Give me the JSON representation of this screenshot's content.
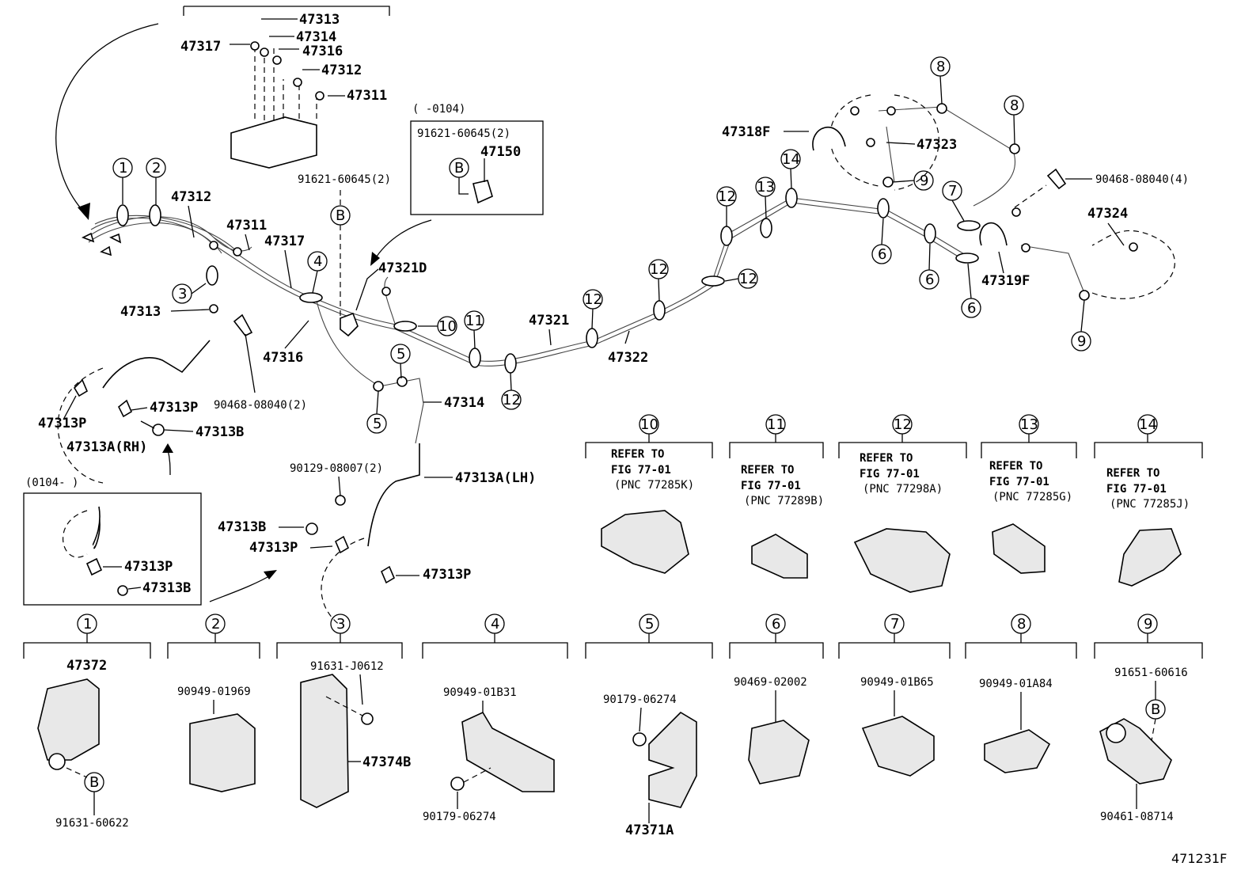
{
  "figure_id": "471231F",
  "notes": {
    "upper_note": "(      -0104)",
    "lower_note": "(0104-       )",
    "refer_text": "REFER TO",
    "refer_fig": "FIG 77-01"
  },
  "part_numbers": {
    "p47313": "47313",
    "p47314": "47314",
    "p47316": "47316",
    "p47317": "47317",
    "p47312": "47312",
    "p47311": "47311",
    "p47321D": "47321D",
    "p47321": "47321",
    "p47322": "47322",
    "p47323": "47323",
    "p47324": "47324",
    "p47318F": "47318F",
    "p47319F": "47319F",
    "p47150": "47150",
    "p91621_2": "91621-60645(2)",
    "p90468_2": "90468-08040(2)",
    "p90468_4": "90468-08040(4)",
    "p47313P": "47313P",
    "p47313B": "47313B",
    "p47313A_RH": "47313A(RH)",
    "p47313A_LH": "47313A(LH)",
    "p90129": "90129-08007(2)",
    "p47372": "47372",
    "p91631_60622": "91631-60622",
    "p90949_01969": "90949-01969",
    "p91631_J0612": "91631-J0612",
    "p47374B": "47374B",
    "p90949_01B31": "90949-01B31",
    "p90179_06274": "90179-06274",
    "p47371A": "47371A",
    "p90469_02002": "90469-02002",
    "p90949_01B65": "90949-01B65",
    "p90949_01A84": "90949-01A84",
    "p91651_60616": "91651-60616",
    "p90461_08714": "90461-08714"
  },
  "refers": [
    {
      "num": "10",
      "pnc": "(PNC 77285K)"
    },
    {
      "num": "11",
      "pnc": "(PNC 77289B)"
    },
    {
      "num": "12",
      "pnc": "(PNC 77298A)"
    },
    {
      "num": "13",
      "pnc": "(PNC 77285G)"
    },
    {
      "num": "14",
      "pnc": "(PNC 77285J)"
    }
  ],
  "callouts": [
    "1",
    "2",
    "3",
    "4",
    "5",
    "6",
    "7",
    "8",
    "9",
    "10",
    "11",
    "12",
    "13",
    "14"
  ],
  "bolt_mark": "B"
}
